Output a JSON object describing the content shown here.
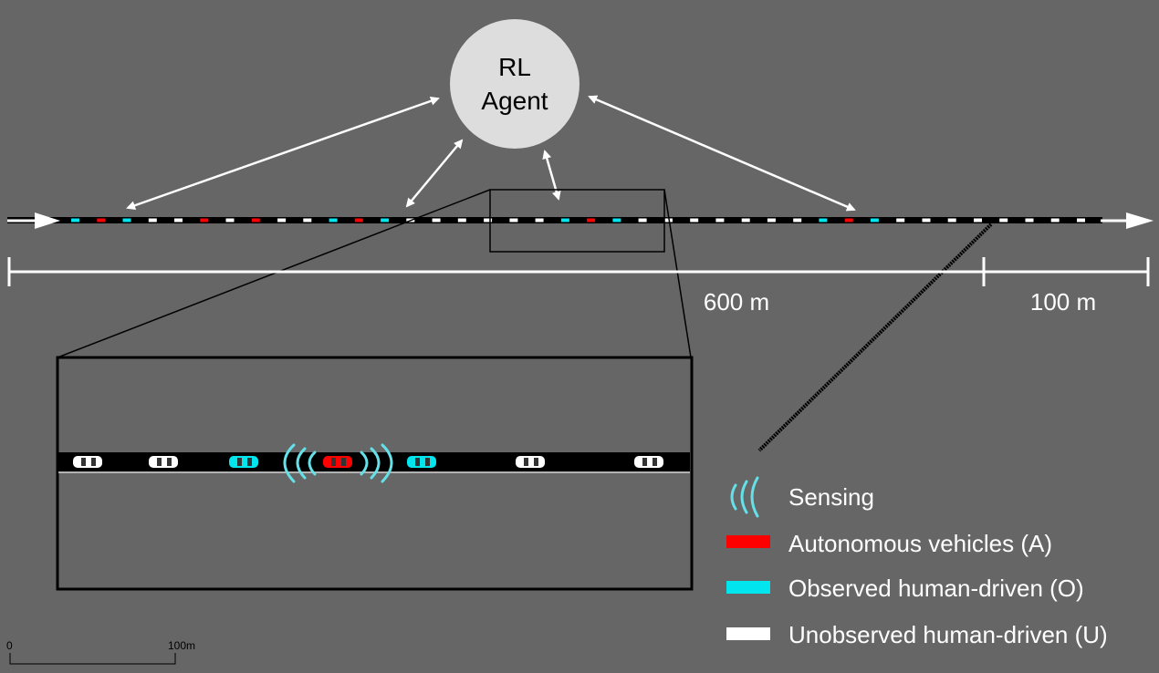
{
  "agent": {
    "line1": "RL",
    "line2": "Agent"
  },
  "road_scale": {
    "main_length": "600 m",
    "exit_length": "100 m"
  },
  "map_scale": {
    "start": "0",
    "end": "100m"
  },
  "legend": {
    "sensing": "Sensing",
    "autonomous": "Autonomous vehicles (A)",
    "observed": "Observed human-driven (O)",
    "unobserved": "Unobserved human-driven (U)"
  },
  "colors": {
    "background": "#666666",
    "autonomous": "#ff0000",
    "observed": "#00e5ee",
    "unobserved": "#ffffff",
    "sensing": "#66e0e8",
    "agent_circle": "#dddddd"
  },
  "overview_vehicles": [
    "observed",
    "autonomous",
    "observed",
    "unobserved",
    "unobserved",
    "autonomous",
    "unobserved",
    "autonomous",
    "unobserved",
    "unobserved",
    "observed",
    "autonomous",
    "observed",
    "unobserved",
    "unobserved",
    "unobserved",
    "unobserved",
    "unobserved",
    "unobserved",
    "observed",
    "autonomous",
    "observed",
    "unobserved",
    "unobserved",
    "unobserved",
    "unobserved",
    "unobserved",
    "unobserved",
    "unobserved",
    "observed",
    "autonomous",
    "observed",
    "unobserved",
    "unobserved",
    "unobserved",
    "unobserved",
    "unobserved",
    "unobserved",
    "unobserved",
    "unobserved"
  ],
  "detail_vehicles": [
    "unobserved",
    "unobserved",
    "observed",
    "autonomous",
    "observed",
    "unobserved",
    "unobserved"
  ]
}
